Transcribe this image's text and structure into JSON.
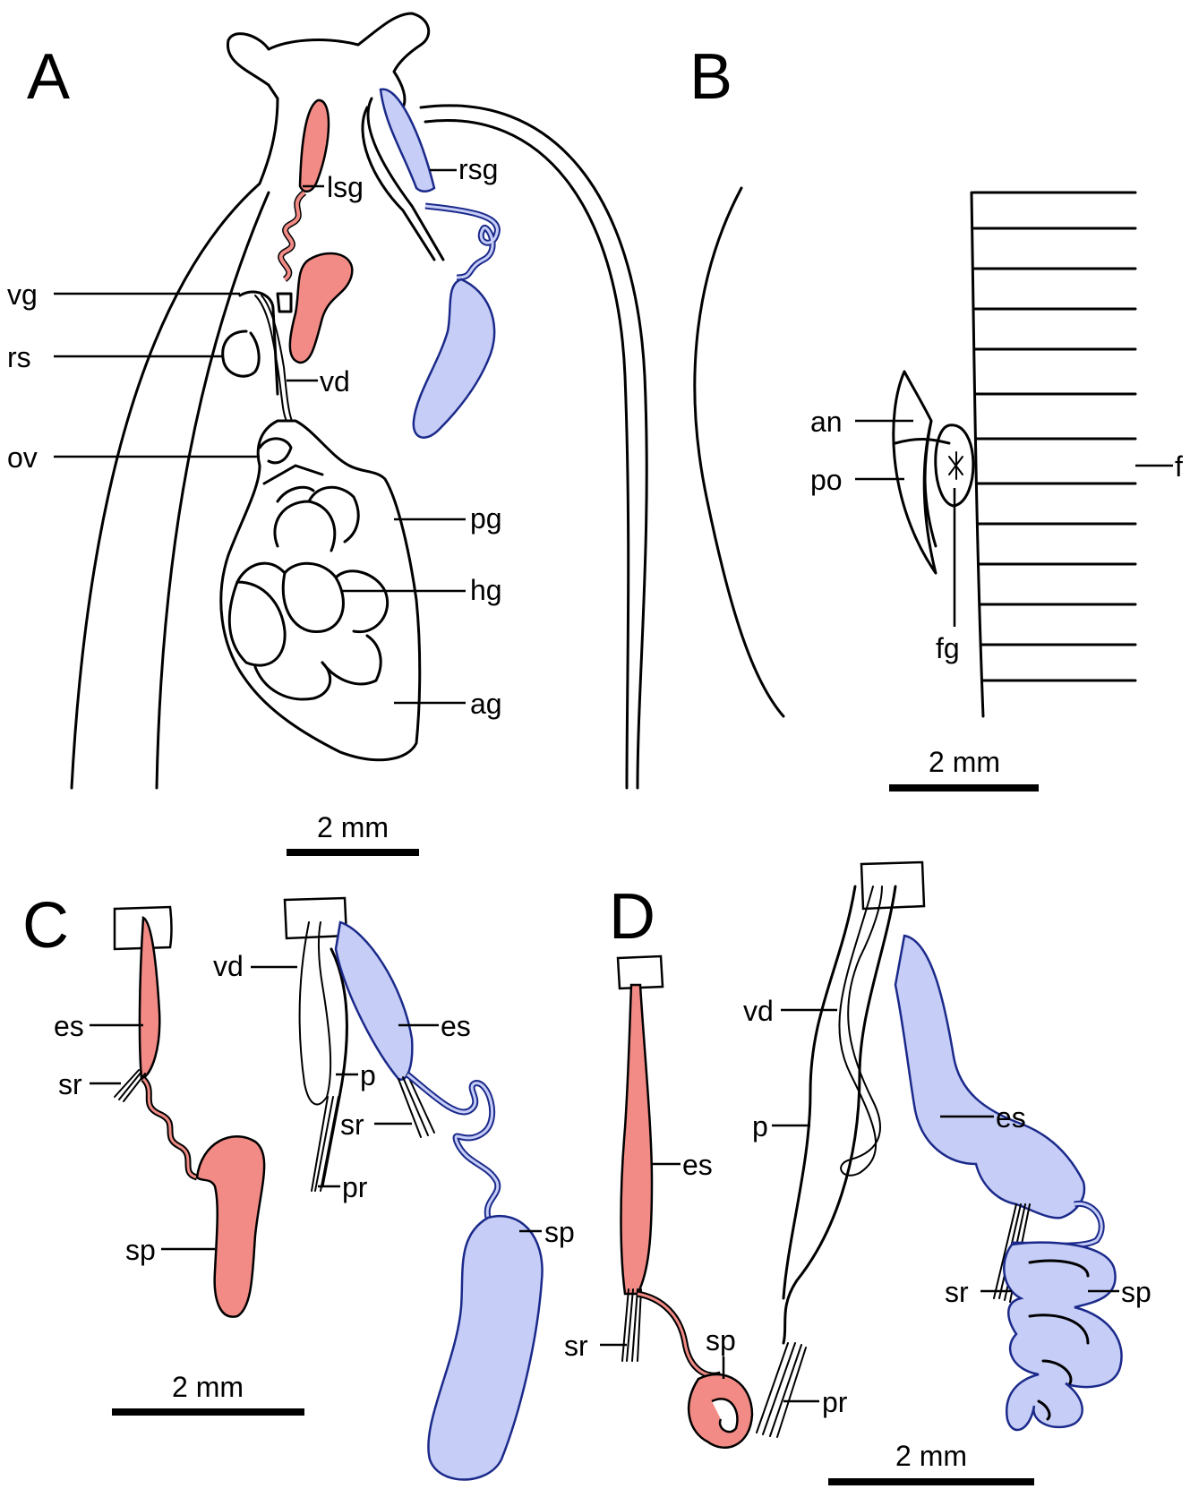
{
  "panels": {
    "A": {
      "letter": "A",
      "labels": {
        "lsg": "lsg",
        "rsg": "rsg",
        "vg": "vg",
        "rs": "rs",
        "vd": "vd",
        "ov": "ov",
        "pg": "pg",
        "hg": "hg",
        "ag": "ag"
      },
      "scale": "2 mm"
    },
    "B": {
      "letter": "B",
      "labels": {
        "an": "an",
        "po": "po",
        "f": "f",
        "fg": "fg"
      },
      "scale": "2 mm"
    },
    "C": {
      "letter": "C",
      "labels": {
        "vd": "vd",
        "es_left": "es",
        "es_right": "es",
        "sr_left": "sr",
        "sr_right": "sr",
        "p": "p",
        "pr": "pr",
        "sp_left": "sp",
        "sp_right": "sp"
      },
      "scale": "2 mm"
    },
    "D": {
      "letter": "D",
      "labels": {
        "vd": "vd",
        "p": "p",
        "es_left": "es",
        "es_right": "es",
        "sr_left": "sr",
        "sr_right": "sr",
        "sp_left": "sp",
        "sp_right": "sp",
        "pr": "pr"
      },
      "scale": "2 mm"
    }
  },
  "colors": {
    "left_organ": "#f28b86",
    "right_organ": "#c6cdf7",
    "right_outline": "#1b2a8a"
  }
}
